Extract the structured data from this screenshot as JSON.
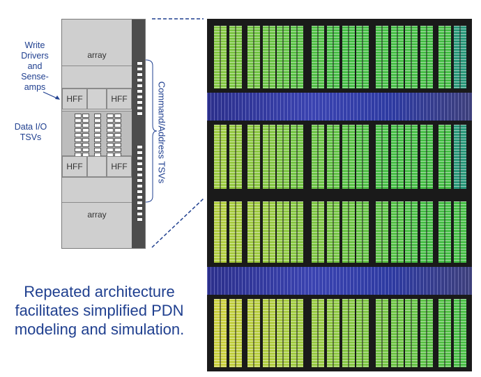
{
  "diagram": {
    "array_top_label": "array",
    "array_bottom_label": "array",
    "hff_labels": [
      "HFF",
      "HFF",
      "HFF",
      "HFF"
    ],
    "write_drivers_label": "Write Drivers and Sense-amps",
    "data_io_label": "Data I/O TSVs",
    "command_address_label": "Command/Address TSVs"
  },
  "caption": "Repeated architecture facilitates simplified PDN modeling and simulation.",
  "colors": {
    "text_blue": "#1f3f8f",
    "strip_dark": "#4d4d4d",
    "block_gray": "#cfcfcf",
    "bank_green": "#3fbf2f",
    "bank_yellow": "#d8d84a",
    "periphery_blue": "#3a43b0"
  }
}
